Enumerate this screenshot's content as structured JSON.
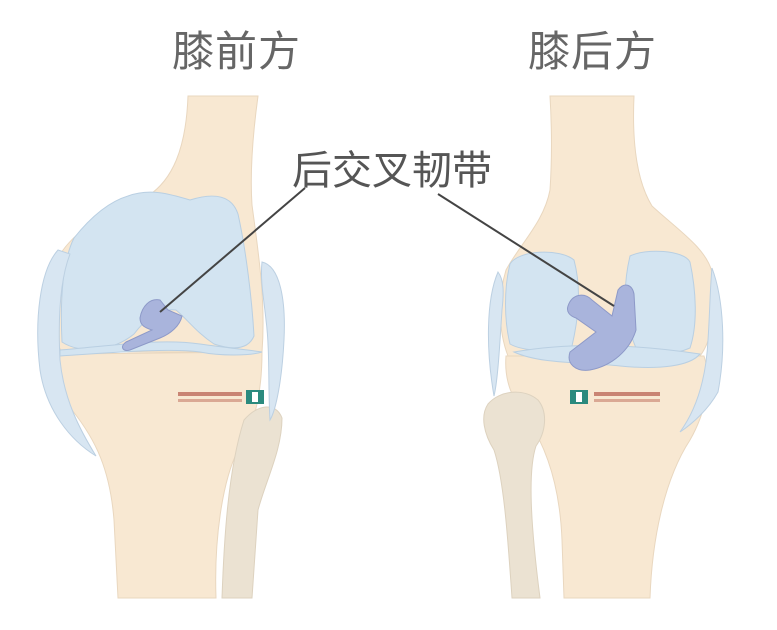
{
  "labels": {
    "front_view": "膝前方",
    "back_view": "膝后方",
    "ligament": "后交叉韧带"
  },
  "colors": {
    "bone": "#f8e8d2",
    "bone_stroke": "#e9d7bf",
    "fibula": "#ebe2d2",
    "cartilage": "#d3e4f1",
    "cartilage_stroke": "#b9cfe2",
    "ligament": "#a9b4dc",
    "ligament_stroke": "#8d99c8",
    "leader_line": "#444444",
    "logo_green": "#2b8a7e",
    "logo_red": "#b55a4a"
  },
  "icons": [
    "hospital-logo-icon"
  ]
}
